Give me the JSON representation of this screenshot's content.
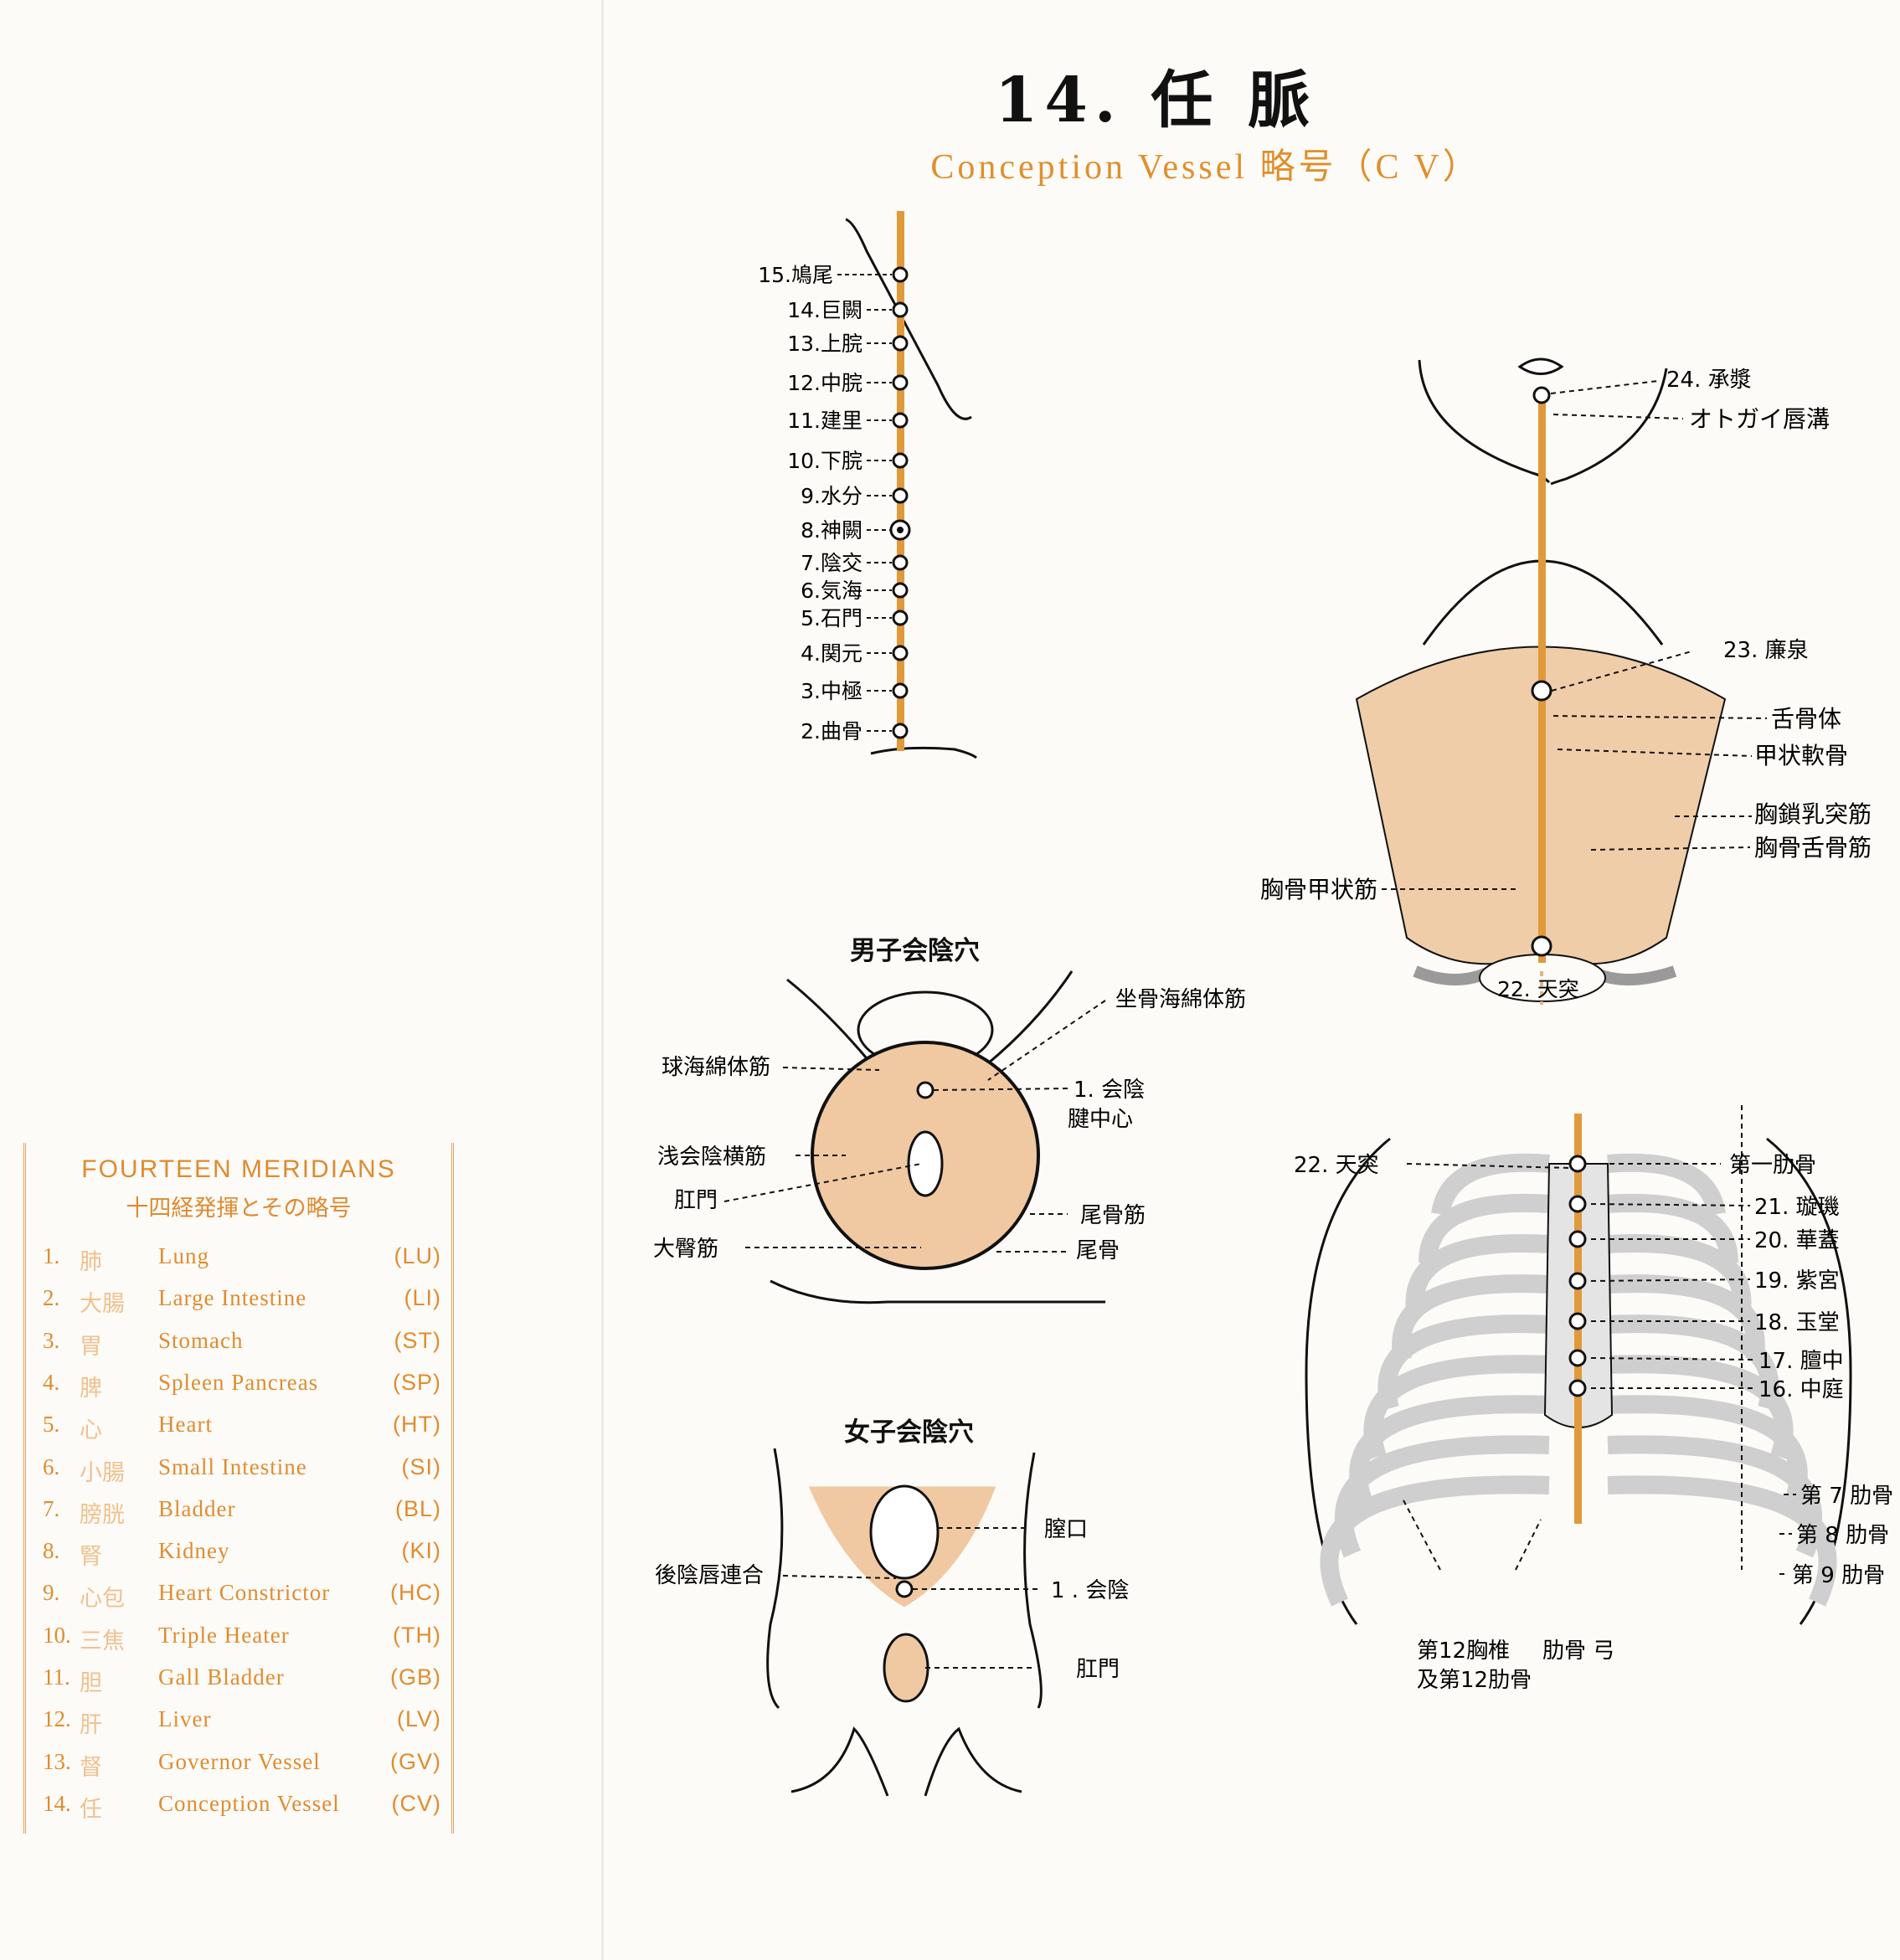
{
  "title": "14. 任 脈",
  "subtitle": "Conception Vessel 略号（C V）",
  "legend": {
    "heading_en": "FOURTEEN MERIDIANS",
    "heading_jp": "十四経発揮とその略号",
    "rows": [
      {
        "num": "1.",
        "kanji": "肺",
        "name": "Lung",
        "abbr": "(LU)"
      },
      {
        "num": "2.",
        "kanji": "大腸",
        "name": "Large Intestine",
        "abbr": "(LI)"
      },
      {
        "num": "3.",
        "kanji": "胃",
        "name": "Stomach",
        "abbr": "(ST)"
      },
      {
        "num": "4.",
        "kanji": "脾",
        "name": "Spleen Pancreas",
        "abbr": "(SP)"
      },
      {
        "num": "5.",
        "kanji": "心",
        "name": "Heart",
        "abbr": "(HT)"
      },
      {
        "num": "6.",
        "kanji": "小腸",
        "name": "Small Intestine",
        "abbr": "(SI)"
      },
      {
        "num": "7.",
        "kanji": "膀胱",
        "name": "Bladder",
        "abbr": "(BL)"
      },
      {
        "num": "8.",
        "kanji": "腎",
        "name": "Kidney",
        "abbr": "(KI)"
      },
      {
        "num": "9.",
        "kanji": "心包",
        "name": "Heart Constrictor",
        "abbr": "(HC)"
      },
      {
        "num": "10.",
        "kanji": "三焦",
        "name": "Triple Heater",
        "abbr": "(TH)"
      },
      {
        "num": "11.",
        "kanji": "胆",
        "name": "Gall Bladder",
        "abbr": "(GB)"
      },
      {
        "num": "12.",
        "kanji": "肝",
        "name": "Liver",
        "abbr": "(LV)"
      },
      {
        "num": "13.",
        "kanji": "督",
        "name": "Governor Vessel",
        "abbr": "(GV)"
      },
      {
        "num": "14.",
        "kanji": "任",
        "name": "Conception Vessel",
        "abbr": "(CV)"
      }
    ]
  },
  "abdomen_points": [
    "15.鳩尾",
    "14.巨闕",
    "13.上脘",
    "12.中脘",
    "11.建里",
    "10.下脘",
    "9.水分",
    "8.神闕",
    "7.陰交",
    "6.気海",
    "5.石門",
    "4.関元",
    "3.中極",
    "2.曲骨"
  ],
  "male_perineum": {
    "title": "男子会陰穴",
    "labels": {
      "ischio": "坐骨海綿体筋",
      "bulbo": "球海綿体筋",
      "ren1": "1. 会陰",
      "tendon": "腱中心",
      "transverse": "浅会陰横筋",
      "anus": "肛門",
      "coccygeus": "尾骨筋",
      "gluteus": "大臀筋",
      "coccyx": "尾骨"
    }
  },
  "female_perineum": {
    "title": "女子会陰穴",
    "labels": {
      "vagina": "膣口",
      "commissure": "後陰唇連合",
      "ren1": "1 . 会陰",
      "anus": "肛門"
    }
  },
  "neck": {
    "labels": {
      "ren24": "24. 承漿",
      "mental_groove": "オトガイ唇溝",
      "ren23": "23. 廉泉",
      "hyoid": "舌骨体",
      "thyroid": "甲状軟骨",
      "scm": "胸鎖乳突筋",
      "sternohyoid": "胸骨舌骨筋",
      "sternothyroid": "胸骨甲状筋",
      "ren22": "22. 天突"
    }
  },
  "chest": {
    "labels": {
      "ren22": "22. 天突",
      "rib1": "第一肋骨",
      "ren21": "21. 璇璣",
      "ren20": "20. 華蓋",
      "ren19": "19. 紫宮",
      "ren18": "18. 玉堂",
      "ren17": "17. 膻中",
      "ren16": "16. 中庭",
      "rib7": "第 7 肋骨",
      "rib8": "第 8 肋骨",
      "rib9": "第 9 肋骨",
      "vert12_a": "第12胸椎",
      "vert12_b": "及第12肋骨",
      "costal_arch": "肋骨 弓"
    }
  },
  "colors": {
    "meridian": "#e09a3a",
    "accent_text": "#e08f2c",
    "muscle_fill": "#f3d5b5",
    "bone_fill": "#d8d8d8",
    "line": "#111111"
  }
}
